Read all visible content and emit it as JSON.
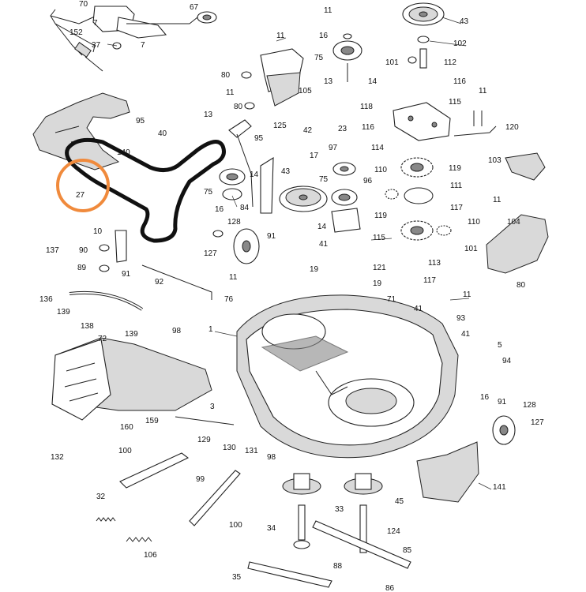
{
  "diagram": {
    "highlight_color": "#f08a3c",
    "highlighted_part": "27",
    "labels": {
      "p1": "1",
      "p3": "3",
      "p5": "5",
      "p7a": "7",
      "p7b": "7",
      "p10": "10",
      "p11a": "11",
      "p11b": "11",
      "p11c": "11",
      "p11d": "11",
      "p11e": "11",
      "p11f": "11",
      "p11g": "11",
      "p13a": "13",
      "p13b": "13",
      "p14a": "14",
      "p14b": "14",
      "p14c": "14",
      "p16a": "16",
      "p16b": "16",
      "p16c": "16",
      "p17": "17",
      "p19a": "19",
      "p19b": "19",
      "p23": "23",
      "p27": "27",
      "p32": "32",
      "p33": "33",
      "p34": "34",
      "p35": "35",
      "p37": "37",
      "p40": "40",
      "p41a": "41",
      "p41b": "41",
      "p41c": "41",
      "p42": "42",
      "p43a": "43",
      "p43b": "43",
      "p45": "45",
      "p67": "67",
      "p70": "70",
      "p71": "71",
      "p72": "72",
      "p75a": "75",
      "p75b": "75",
      "p75c": "75",
      "p76": "76",
      "p80a": "80",
      "p80b": "80",
      "p80c": "80",
      "p84": "84",
      "p85": "85",
      "p86": "86",
      "p88": "88",
      "p89": "89",
      "p90": "90",
      "p91a": "91",
      "p91b": "91",
      "p91c": "91",
      "p92": "92",
      "p93": "93",
      "p94": "94",
      "p95a": "95",
      "p95b": "95",
      "p96": "96",
      "p97": "97",
      "p98a": "98",
      "p98b": "98",
      "p99": "99",
      "p100a": "100",
      "p100b": "100",
      "p101a": "101",
      "p101b": "101",
      "p102": "102",
      "p103": "103",
      "p104": "104",
      "p105": "105",
      "p106": "106",
      "p110a": "110",
      "p110b": "110",
      "p111": "111",
      "p112": "112",
      "p113": "113",
      "p114": "114",
      "p115a": "115",
      "p115b": "115",
      "p116a": "116",
      "p116b": "116",
      "p117a": "117",
      "p117b": "117",
      "p118": "118",
      "p119a": "119",
      "p119b": "119",
      "p120": "120",
      "p121": "121",
      "p124": "124",
      "p125": "125",
      "p127a": "127",
      "p127b": "127",
      "p128a": "128",
      "p128b": "128",
      "p129": "129",
      "p130": "130",
      "p131": "131",
      "p132": "132",
      "p136": "136",
      "p137": "137",
      "p138": "138",
      "p139a": "139",
      "p139b": "139",
      "p140": "140",
      "p141": "141",
      "p152": "152",
      "p159": "159",
      "p160": "160"
    }
  }
}
